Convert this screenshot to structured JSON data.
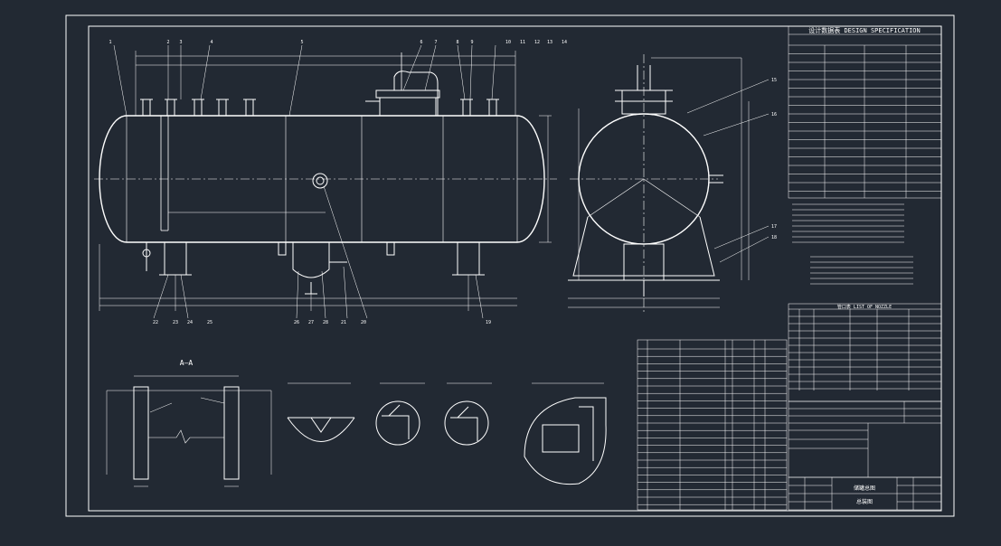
{
  "colors": {
    "background": "#222933",
    "line": "#ffffff",
    "accent": "#ffffff"
  },
  "spec": {
    "header": "设计数据表 DESIGN SPECIFICATION"
  },
  "nozzle_table": {
    "header": "管口表 LIST OF NOZZLE"
  },
  "section": {
    "label": "A—A"
  },
  "balloons_top": [
    "1",
    "2",
    "3",
    "4",
    "5",
    "6",
    "7",
    "8",
    "9",
    "10",
    "11",
    "12",
    "13",
    "14"
  ],
  "balloons_bottom": [
    "22",
    "23",
    "24",
    "25",
    "26",
    "27",
    "28",
    "21",
    "20",
    "19"
  ],
  "side_balloons": [
    "15",
    "16",
    "17",
    "18"
  ],
  "title_block": {
    "drawing_name": "储罐总图",
    "sub_name": "总装图"
  }
}
